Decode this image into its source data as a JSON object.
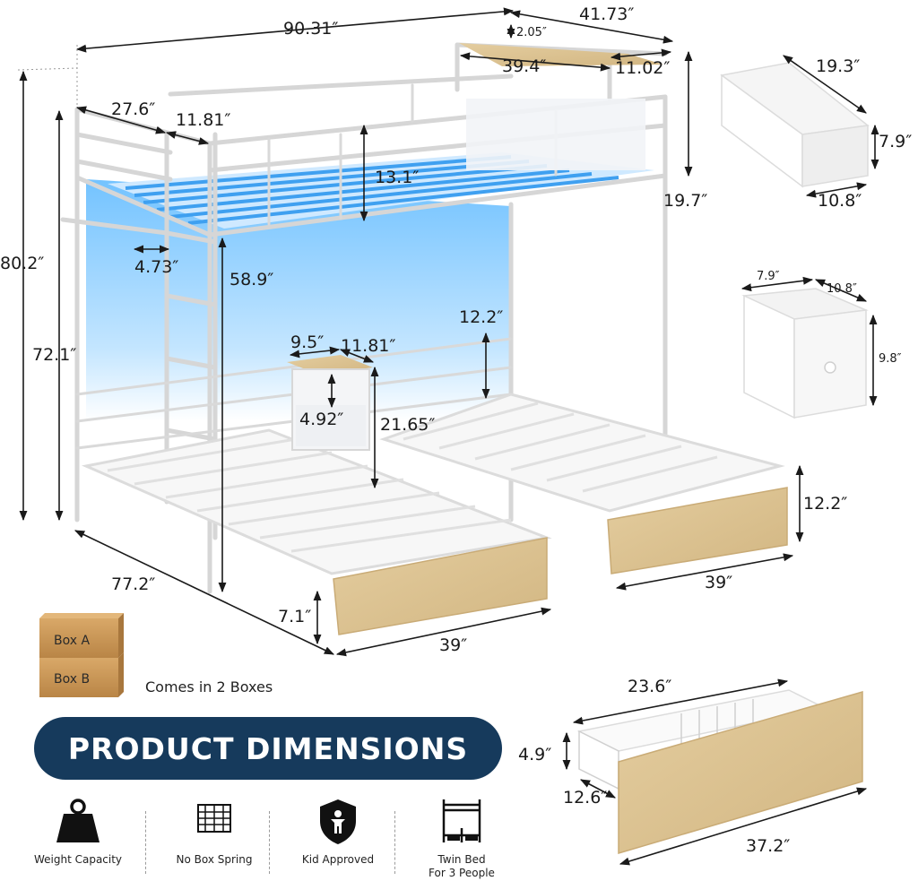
{
  "dimensions": {
    "total_length": "90.31″",
    "shelf_length": "41.73″",
    "shelf_thickness": "2.05″",
    "shelf_width": "39.4″",
    "shelf_depth": "11.02″",
    "ladder_width": "27.6″",
    "ladder_offset": "11.81″",
    "guardrail_height": "13.1″",
    "top_post_height": "19.7″",
    "total_height": "80.2″",
    "top_bunk_height": "72.1″",
    "rung_spacing": "4.73″",
    "under_bunk_clearance": "58.9″",
    "nightstand_width": "9.5″",
    "nightstand_depth": "11.81″",
    "nightstand_shelf": "4.92″",
    "nightstand_height": "21.65″",
    "lower_headboard": "12.2″",
    "right_footboard": "12.2″",
    "left_footboard_height": "7.1″",
    "bed_length": "77.2″",
    "left_bed_width": "39″",
    "right_bed_width": "39″",
    "large_bin_width": "19.3″",
    "large_bin_height": "7.9″",
    "large_bin_depth": "10.8″",
    "small_bin_width": "7.9″",
    "small_bin_depth": "10.8″",
    "small_bin_height": "9.8″",
    "drawer_width": "23.6″",
    "drawer_height": "4.9″",
    "drawer_depth": "12.6″",
    "drawer_front_length": "37.2″"
  },
  "boxes": {
    "box_a": "Box A",
    "box_b": "Box B",
    "caption": "Comes in 2 Boxes"
  },
  "banner": {
    "title": "PRODUCT DIMENSIONS"
  },
  "features": [
    {
      "label": "Weight Capacity",
      "icon": "weight-icon"
    },
    {
      "label": "No Box Spring",
      "icon": "mattress-icon"
    },
    {
      "label": "Kid Approved",
      "icon": "shield-kid-icon"
    },
    {
      "label_line1": "Twin Bed",
      "label_line2": "For 3 People",
      "icon": "bunk-bed-icon"
    }
  ],
  "colors": {
    "banner": "#163a5c",
    "frame": "#d6d6d6",
    "wood": "#dcc392",
    "led_glow": "#3fa7f5"
  }
}
